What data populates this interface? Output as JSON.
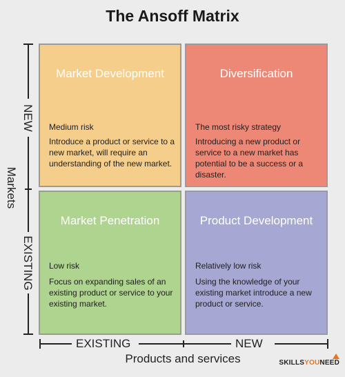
{
  "title": "The Ansoff Matrix",
  "quadrants": {
    "top_left": {
      "title": "Market Development",
      "risk": "Medium risk",
      "description": "Introduce a product or service to a new market, will require an understanding of the new market.",
      "color": "#f5ce8c"
    },
    "top_right": {
      "title": "Diversification",
      "risk": "The most risky strategy",
      "description": "Introducing a new product or service to a new market has potential to be a success or a disaster.",
      "color": "#ee8876"
    },
    "bottom_left": {
      "title": "Market Penetration",
      "risk": "Low risk",
      "description": "Focus on expanding sales of an existing product or service to your existing market.",
      "color": "#aed490"
    },
    "bottom_right": {
      "title": "Product Development",
      "risk": "Relatively low risk",
      "description": "Using the knowledge of your existing market introduce a new product or service.",
      "color": "#a6a7d2"
    }
  },
  "y_axis": {
    "label": "Markets",
    "top": "NEW",
    "bottom": "EXISTING"
  },
  "x_axis": {
    "label": "Products and services",
    "left": "EXISTING",
    "right": "NEW"
  },
  "brand": {
    "part1": "SKILLS",
    "part2": "YOU",
    "part3": "NEED",
    "accent_color": "#e8741e"
  }
}
